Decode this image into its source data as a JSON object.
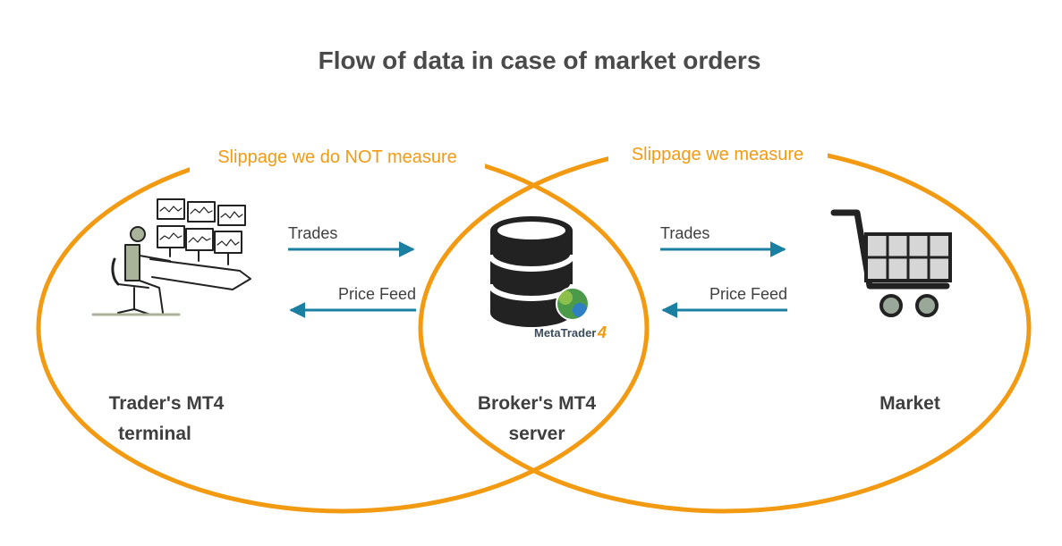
{
  "title": "Flow of data in case of market orders",
  "regions": {
    "left_label": "Slippage we do NOT measure",
    "right_label": "Slippage we measure"
  },
  "flows": {
    "left_trades": "Trades",
    "left_price_feed": "Price Feed",
    "right_trades": "Trades",
    "right_price_feed": "Price Feed"
  },
  "nodes": {
    "trader_line1": "Trader's MT4",
    "trader_line2": "terminal",
    "broker_line1": "Broker's MT4",
    "broker_line2": "server",
    "market": "Market"
  },
  "logo": {
    "text": "MetaTrader",
    "number": "4"
  },
  "icons": {
    "trader": "trader-workstation-icon",
    "server": "database-icon",
    "market": "shopping-cart-icon"
  },
  "colors": {
    "accent": "#f29a12",
    "arrow": "#1a7fa0",
    "text": "#3f3f3f"
  }
}
